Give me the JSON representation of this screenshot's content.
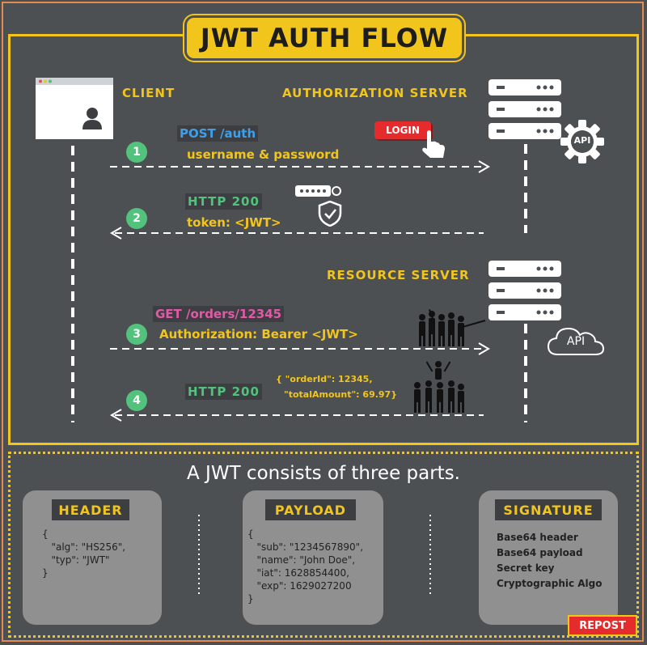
{
  "title": "JWT AUTH FLOW",
  "actors": {
    "client": "CLIENT",
    "auth_server": "AUTHORIZATION SERVER",
    "resource_server": "RESOURCE SERVER"
  },
  "steps": [
    {
      "num": "1",
      "method": "POST /auth",
      "detail": "username & password"
    },
    {
      "num": "2",
      "method": "HTTP 200",
      "detail": "token:  <JWT>"
    },
    {
      "num": "3",
      "method": "GET /orders/12345",
      "detail": "Authorization: Bearer <JWT>"
    },
    {
      "num": "4",
      "method": "HTTP 200",
      "json_line1": "{ \"orderId\": 12345,",
      "json_line2": "\"totalAmount\": 69.97}"
    }
  ],
  "labels": {
    "login": "LOGIN",
    "api_gear": "API",
    "api_cloud": "API"
  },
  "subtitle": "A JWT consists of three parts.",
  "parts": {
    "header": {
      "title": "HEADER",
      "lines": [
        "{",
        "   \"alg\": \"HS256\",",
        "   \"typ\": \"JWT\"",
        "}"
      ]
    },
    "payload": {
      "title": "PAYLOAD",
      "lines": [
        "{",
        "   \"sub\": \"1234567890\",",
        "   \"name\": \"John Doe\",",
        "   \"iat\": 1628854400,",
        "   \"exp\": 1629027200",
        "}"
      ]
    },
    "signature": {
      "title": "SIGNATURE",
      "lines": [
        "Base64 header",
        "Base64 payload",
        "Secret key",
        "Cryptographic Algo"
      ]
    }
  },
  "badge": "REPOST",
  "colors": {
    "background": "#4d5053",
    "accent_yellow": "#f2c51c",
    "step_green": "#52c27d",
    "method_blue": "#3fa0e8",
    "method_pink": "#e15aa8",
    "part_box": "#909090",
    "repost_red": "#e52b2b"
  },
  "icons": [
    "browser-window-icon",
    "user-icon",
    "server-stack-icon",
    "api-gear-icon",
    "login-click-icon",
    "key-icon",
    "shield-icon",
    "api-cloud-icon",
    "crowd-pull-icon",
    "crowd-cheer-icon"
  ]
}
